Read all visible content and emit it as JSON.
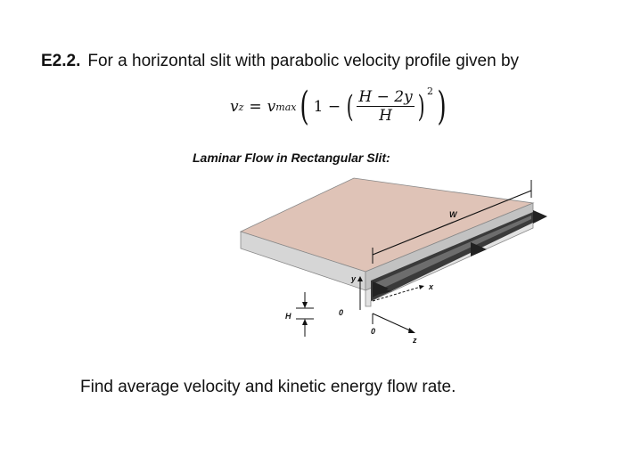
{
  "problem": {
    "number": "E2.2.",
    "statement": "For a horizontal slit with parabolic velocity profile given by"
  },
  "equation": {
    "lhs_var": "v",
    "lhs_sub": "z",
    "equals": "=",
    "rhs_var": "v",
    "rhs_sub": "max",
    "one": "1 −",
    "numerator": "H − 2y",
    "denominator": "H",
    "exponent": "2"
  },
  "figure": {
    "title": "Laminar Flow in Rectangular Slit:",
    "labels": {
      "width": "W",
      "height": "H",
      "y_axis": "y",
      "x_axis": "x",
      "z_axis": "z",
      "origin_1": "0",
      "origin_2": "0"
    },
    "colors": {
      "plate_top": "#dfc3b7",
      "plate_edge": "#c8c8c8",
      "slit_dark": "#3a3a3a"
    }
  },
  "question": "Find average velocity and kinetic energy flow rate."
}
